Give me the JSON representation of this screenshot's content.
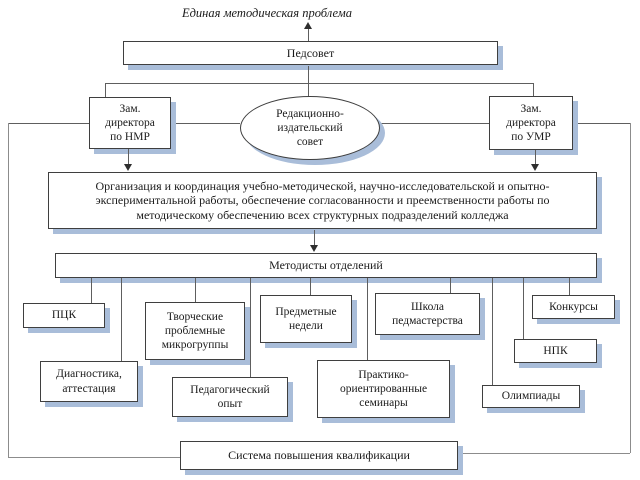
{
  "title": "Единая методическая проблема",
  "colors": {
    "background": "#ffffff",
    "box_border": "#3f3f3f",
    "shadow": "#a9bdd9",
    "connector_line": "#5e5e5e",
    "outer_line": "#8c8c8c",
    "text": "#1a1a1a"
  },
  "nodes": {
    "pedsovet": "Педсовет",
    "zam_nmr": "Зам.\nдиректора\nпо НМР",
    "izdat_sovet": "Редакционно-\nиздательский\nсовет",
    "zam_umr": "Зам.\nдиректора\nпо УМР",
    "koordinaciya": "Организация и координация учебно-методической, научно-исследовательской и опытно-\nэкспериментальной работы, обеспечение согласованности и преемственности работы по\nметодическому обеспечению всех структурных подразделений колледжа",
    "metodisty": "Методисты отделений",
    "pck": "ПЦК",
    "tvorcheskie_gruppy": "Творческие\nпроблемные\nмикрогруппы",
    "predmetnye_nedeli": "Предметные\nнедели",
    "shkola_pedmasterstva": "Школа\nпедмастерства",
    "konkursy": "Конкурсы",
    "diagnostika": "Диагностика,\nаттестация",
    "ped_opyt": "Педагогический\nопыт",
    "praktiko_seminary": "Практико-\nориентированные\nсеминары",
    "npk": "НПК",
    "olimpiady": "Олимпиады",
    "sistema_kvalifikacii": "Система повышения квалификации"
  }
}
